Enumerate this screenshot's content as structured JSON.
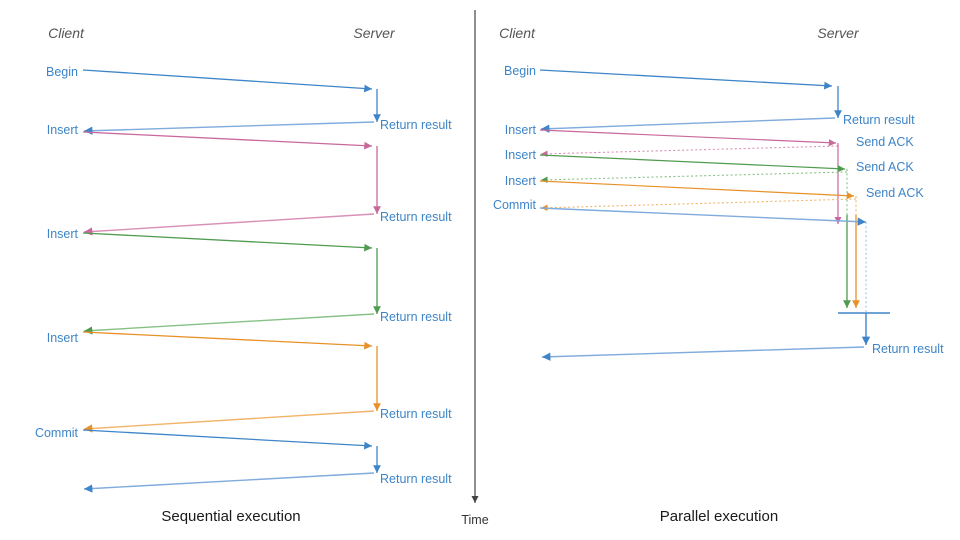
{
  "figure": {
    "title_left": "Sequential execution",
    "title_right": "Parallel execution",
    "time_axis_label": "Time",
    "actor_client": "Client",
    "actor_server": "Server",
    "colors": {
      "blue": "#3d85c8",
      "blue_light": "#7fabdd",
      "pink": "#c9689b",
      "pink_light": "#d98fb6",
      "green": "#4f9b4f",
      "green_light": "#86c186",
      "orange": "#e8912a",
      "orange_light": "#f3b469",
      "axis": "#444444",
      "actor_text": "#555555",
      "caption_text": "#1a1a1a",
      "background": "#ffffff"
    }
  },
  "chart_data": {
    "type": "diagram",
    "subtype": "uml-sequence-diagram",
    "title": "Sequential execution vs Parallel execution",
    "panels": [
      {
        "id": "sequential",
        "caption": "Sequential execution",
        "actors": [
          "Client",
          "Server"
        ],
        "messages": [
          {
            "label": "Begin",
            "from": "Client",
            "to": "Server",
            "color": "blue",
            "style": "solid"
          },
          {
            "label": "Return result",
            "from": "Server",
            "to": "Client",
            "color": "blue",
            "style": "solid"
          },
          {
            "label": "Insert",
            "from": "Client",
            "to": "Server",
            "color": "pink",
            "style": "solid"
          },
          {
            "label": "Return result",
            "from": "Server",
            "to": "Client",
            "color": "pink",
            "style": "solid"
          },
          {
            "label": "Insert",
            "from": "Client",
            "to": "Server",
            "color": "green",
            "style": "solid"
          },
          {
            "label": "Return result",
            "from": "Server",
            "to": "Client",
            "color": "green",
            "style": "solid"
          },
          {
            "label": "Insert",
            "from": "Client",
            "to": "Server",
            "color": "orange",
            "style": "solid"
          },
          {
            "label": "Return result",
            "from": "Server",
            "to": "Client",
            "color": "orange",
            "style": "solid"
          },
          {
            "label": "Commit",
            "from": "Client",
            "to": "Server",
            "color": "blue",
            "style": "solid"
          },
          {
            "label": "Return result",
            "from": "Server",
            "to": "Client",
            "color": "blue",
            "style": "solid"
          }
        ]
      },
      {
        "id": "parallel",
        "caption": "Parallel execution",
        "actors": [
          "Client",
          "Server"
        ],
        "messages": [
          {
            "label": "Begin",
            "from": "Client",
            "to": "Server",
            "color": "blue",
            "style": "solid"
          },
          {
            "label": "Return result",
            "from": "Server",
            "to": "Client",
            "color": "blue",
            "style": "solid"
          },
          {
            "label": "Insert",
            "from": "Client",
            "to": "Server",
            "color": "pink",
            "style": "solid"
          },
          {
            "label": "Send ACK",
            "from": "Server",
            "to": "Client",
            "color": "pink",
            "style": "dotted"
          },
          {
            "label": "Insert",
            "from": "Client",
            "to": "Server",
            "color": "green",
            "style": "solid"
          },
          {
            "label": "Send ACK",
            "from": "Server",
            "to": "Client",
            "color": "green",
            "style": "dotted"
          },
          {
            "label": "Insert",
            "from": "Client",
            "to": "Server",
            "color": "orange",
            "style": "solid"
          },
          {
            "label": "Send ACK",
            "from": "Server",
            "to": "Client",
            "color": "orange",
            "style": "dotted"
          },
          {
            "label": "Commit",
            "from": "Client",
            "to": "Server",
            "color": "blue",
            "style": "solid"
          },
          {
            "label": "Return result",
            "from": "Server",
            "to": "Client",
            "color": "blue",
            "style": "solid"
          }
        ]
      }
    ]
  },
  "left_panel": {
    "actor_client": "Client",
    "actor_server": "Server",
    "caption": "Sequential execution",
    "client_labels": [
      {
        "text": "Begin",
        "color": "#3d85c8"
      },
      {
        "text": "Insert",
        "color": "#c9689b"
      },
      {
        "text": "Insert",
        "color": "#4f9b4f"
      },
      {
        "text": "Insert",
        "color": "#e8912a"
      },
      {
        "text": "Commit",
        "color": "#3d85c8"
      }
    ],
    "server_labels": [
      {
        "text": "Return result",
        "color": "#3d85c8"
      },
      {
        "text": "Return result",
        "color": "#c9689b"
      },
      {
        "text": "Return result",
        "color": "#4f9b4f"
      },
      {
        "text": "Return result",
        "color": "#e8912a"
      },
      {
        "text": "Return result",
        "color": "#3d85c8"
      }
    ]
  },
  "right_panel": {
    "actor_client": "Client",
    "actor_server": "Server",
    "caption": "Parallel execution",
    "client_labels": [
      {
        "text": "Begin",
        "color": "#3d85c8"
      },
      {
        "text": "Insert",
        "color": "#c9689b"
      },
      {
        "text": "Insert",
        "color": "#4f9b4f"
      },
      {
        "text": "Insert",
        "color": "#e8912a"
      },
      {
        "text": "Commit",
        "color": "#3d85c8"
      }
    ],
    "server_labels": [
      {
        "text": "Return result",
        "color": "#3d85c8"
      },
      {
        "text": "Send ACK",
        "color": "#c9689b"
      },
      {
        "text": "Send ACK",
        "color": "#4f9b4f"
      },
      {
        "text": "Send ACK",
        "color": "#e8912a"
      },
      {
        "text": "Return result",
        "color": "#3d85c8"
      }
    ]
  },
  "time_axis": {
    "label": "Time"
  }
}
